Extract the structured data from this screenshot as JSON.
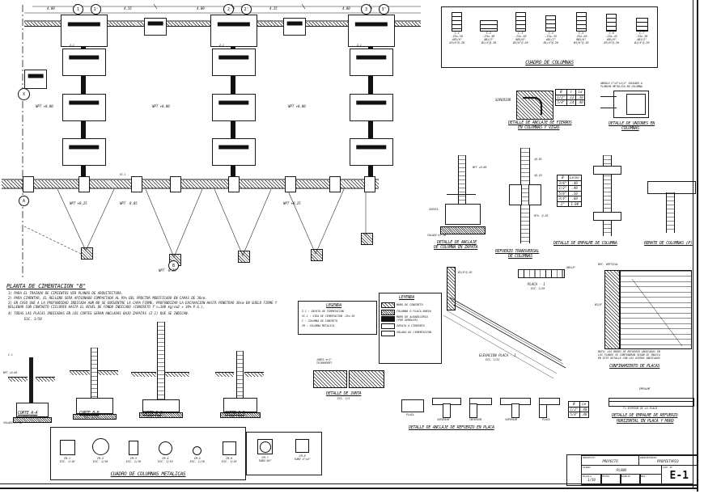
{
  "plan": {
    "title": "PLANTA DE CIMENTACION \"B\"",
    "scale": "ESC. 1/50",
    "notes": [
      "1) PARA EL TRAZADO DE CIMIENTOS VER PLANOS DE ARQUITECTURA.",
      "2) PARA CIMENTAR, EL RELLENO SERA APISONADO COMPACTADO AL 95% DEL PROCTOR MODIFICADO EN CAPAS DE 30cm.",
      "3) EN CASO QUE A LA PROFUNDIDAD INDICADA AUN NO SE ENCUENTRE LA CAPA FIRME, PROFUNDIZAR LA EXCAVACION HASTA PENETRAR 30cm EN SUELO FIRME Y RELLENAR CON CONCRETO CICLOPEO HASTA EL NIVEL DE FONDO INDICADO (CONCRETO f'c=100 kg/cm2 + 30% P.G.).",
      "4) TODAS LAS PLACAS INDICADAS EN LOS CORTES SERAN ANCLADAS BAJO ZAPATAS (Z-1) QUE SE INDICAN."
    ],
    "axis_x": "X",
    "axes_top": [
      "1",
      "1'",
      "2",
      "2'",
      "3",
      "3'"
    ],
    "axes_bottom": [
      "A",
      "B"
    ],
    "dims_top": [
      "4.00",
      "4.35",
      "4.00",
      "4.35",
      "4.00"
    ],
    "bay_label": "NPT +0.00",
    "levels": [
      "NPT +0.25",
      "NPT -0.05",
      "NPT +0.25",
      "NPT -0.25"
    ],
    "footing": "Z-1",
    "strip": "VC-1"
  },
  "cuadro_columnas": {
    "title": "CUADRO DE COLUMNAS",
    "items": [
      {
        "name": "C-1",
        "size": ".25x.50",
        "rebar": "4Ø5/8\"",
        "stirrup": "Ø3/8\"@.20"
      },
      {
        "name": "C-2",
        "size": ".25x.40",
        "rebar": "4Ø1/2\"",
        "stirrup": "Ø1/4\"@.20"
      },
      {
        "name": "C-3",
        "size": ".25x.50",
        "rebar": "6Ø5/8\"",
        "stirrup": "Ø3/8\"@.20"
      },
      {
        "name": "C-4",
        "size": ".25x.35",
        "rebar": "4Ø1/2\"",
        "stirrup": "Ø1/4\"@.20"
      },
      {
        "name": "C-5",
        "size": ".25x.50",
        "rebar": "6Ø5/8\"",
        "stirrup": "Ø3/8\"@.20"
      },
      {
        "name": "C-6",
        "size": ".25x.45",
        "rebar": "4Ø5/8\"",
        "stirrup": "Ø3/8\"@.20"
      },
      {
        "name": "C-7",
        "size": ".25x.30",
        "rebar": "4Ø1/2\"",
        "stirrup": "Ø1/4\"@.20"
      }
    ]
  },
  "det_anclaje_fierros": {
    "label": "SUPERIOR",
    "caption": "DETALLE DE ANCLAJE DE FIERROS",
    "caption2": "EN COLUMNAS Y VIGAS",
    "table": {
      "headers": [
        "Ø",
        "r",
        "Ld"
      ],
      "rows": [
        [
          "1/2\"",
          ".12",
          ".30"
        ],
        [
          "5/8\"",
          ".14",
          ".40"
        ]
      ]
    }
  },
  "det_uniones": {
    "note": "ANGULO 2\"x2\"x1/4\" SOLDADO A",
    "note2": "PLANCHA METALICA EN COLUMNA",
    "caption": "DETALLE DE UNIONES EN",
    "caption2": "COLUMNAS"
  },
  "det_anclaje_zapata": {
    "caption": "DETALLE DE ANCLAJE",
    "caption2": "DE COLUMNA EN ZAPATA",
    "labels": {
      "npt": "NPT +0.00",
      "zapata": "ZAPATA",
      "solado": "SOLADO e=.10"
    }
  },
  "det_ref_transversal": {
    "caption": "REFUERZO TRANSVERSAL",
    "caption2": "DE COLUMNAS",
    "d1": "1@.05",
    "d2": "4@.10",
    "d3": "RTO. @.20"
  },
  "det_empalme": {
    "caption": "DETALLE DE EMPALME DE COLUMNA",
    "table": {
      "headers": [
        "Ø",
        "Le(m)"
      ],
      "rows": [
        [
          "3/8\"",
          ".40"
        ],
        [
          "1/2\"",
          ".40"
        ],
        [
          "5/8\"",
          ".50"
        ],
        [
          "3/4\"",
          ".60"
        ],
        [
          "1\"",
          "1.00"
        ]
      ]
    }
  },
  "det_remate": {
    "caption": "REMATE DE COLUMNAS (P)"
  },
  "legenda": {
    "title": "LEGENDA",
    "rows": [
      "Z-1 : ZAPATA DE CIMENTACION",
      "VC-1 : VIGA DE CIMENTACION .25x.50",
      "C : COLUMNA DE CONCRETO",
      "CM : COLUMNA METALICA"
    ]
  },
  "leyenda": {
    "title": "LEYENDA",
    "items": [
      {
        "label": "MURO DE CONCRETO"
      },
      {
        "label": "COLUMNA Ó PLACA NUEVA"
      },
      {
        "label": "MURO DE ALBAÑILERIA (POR DEMOLER)"
      },
      {
        "label": "ZAPATA Ó CIMIENTO"
      },
      {
        "label": "SOLADO DE CIMENTACION"
      }
    ]
  },
  "placa1": {
    "sec_label": "PLACA - 1",
    "sec_scale": "ESC. 1/20",
    "elev_label": "ELEVACION PLACA - 1",
    "elev_scale": "ESC. 1/25",
    "bar_label": "8Ø5/8\"",
    "st_label": "Ø3/8\"@.20"
  },
  "confinamiento": {
    "top_label": "REF. VERTICAL",
    "side_label": "Ø3/8\"",
    "note1": "NOTA: LOS MUROS DE REFUERZO INDICADOS EN",
    "note2": "LOS PLANOS SE CONFINARAN SEGUN SE INDICA",
    "note3": "EN ESTE DETALLE CON LOS ACEROS INDICADOS",
    "caption": "CONFINAMIENTO DE PLACAS"
  },
  "det_junta": {
    "note": "JUNTA e=1\"",
    "note2": "TECKNOPORT",
    "caption": "DETALLE DE JUNTA",
    "scale": "ESC. 1/5"
  },
  "det_anclaje_placa": {
    "caption": "DETALLE DE ANCLAJE DE REFUERZO EN PLACA",
    "labels": [
      "PLACA",
      "SUPERIOR",
      "INFERIOR",
      "SUPERIOR",
      "PLACA"
    ]
  },
  "tabla_le": {
    "headers": [
      "Ø",
      "Le"
    ],
    "rows": [
      [
        "1/2\"",
        ".40"
      ],
      [
        "5/8\"",
        ".40"
      ]
    ]
  },
  "det_emp_horizontal": {
    "dim": "EMPALME",
    "t_note": "T= ESPESOR DE LA PLACA",
    "caption": "DETALLE DE EMPALME DE REFUERZO",
    "caption2": "HORIZONTAL EN PLACA Y MURO"
  },
  "cortes": {
    "scale": "ESC. 1/25",
    "labels": {
      "npt": "NPT +0.00",
      "solado": "SOLADO e=.10",
      "col": "C-1"
    },
    "items": [
      {
        "name": "CORTE A-A"
      },
      {
        "name": "CORTE B-B"
      },
      {
        "name": "CORTE C-C"
      },
      {
        "name": "CORTE D-D"
      }
    ]
  },
  "cuadro_metalicas": {
    "title": "CUADRO DE COLUMNAS METALICAS",
    "scale": "ESC. 1/10",
    "items": [
      {
        "name": "CM-1"
      },
      {
        "name": "CM-2"
      },
      {
        "name": "CM-3"
      },
      {
        "name": "CM-4"
      },
      {
        "name": "CM-5"
      },
      {
        "name": "CM-6"
      }
    ]
  },
  "secciones_extra": {
    "items": [
      {
        "name": "CM-7",
        "spec": "TUBO Ø4\""
      },
      {
        "name": "CM-8",
        "spec": "TUBO 4\"x4\""
      }
    ]
  },
  "titleblock": {
    "f1_label": "PROYECTO:",
    "f1_value": "PROYECTO",
    "f2_label": "PROPIETARIO:",
    "f2_value": "PROPIETARIO",
    "f3_label": "PLANO:",
    "f3_value": "PLANO",
    "c1": "ESCALA",
    "c1v": "1/50",
    "c2": "FECHA",
    "c3": "DIBUJO",
    "c4": "REV.",
    "lam_label": "LAM. N°",
    "lam_value": "E-1"
  }
}
